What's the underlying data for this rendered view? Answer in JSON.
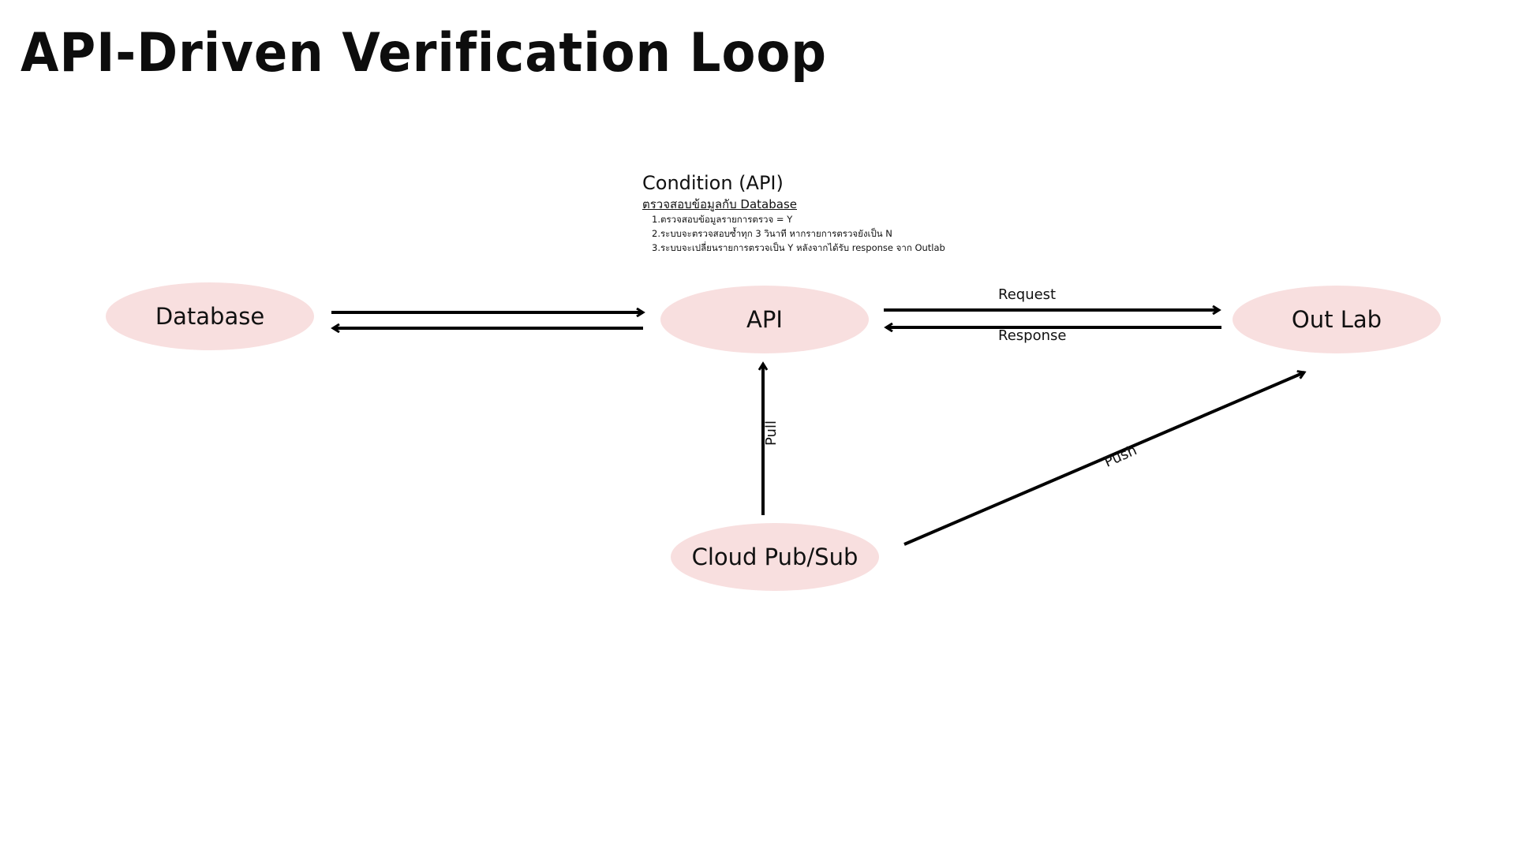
{
  "title": "API-Driven Verification Loop",
  "condition": {
    "title": "Condition (API)",
    "subtitle": "ตรวจสอบข้อมูลกับ Database",
    "items": [
      "1.ตรวจสอบข้อมูลรายการตรวจ = Y",
      "2.ระบบจะตรวจสอบซ้ำทุก 3 วินาที หากรายการตรวจยังเป็น N",
      "3.ระบบจะเปลี่ยนรายการตรวจเป็น Y หลังจากได้รับ response จาก Outlab"
    ]
  },
  "nodes": {
    "database": "Database",
    "api": "API",
    "outlab": "Out Lab",
    "pubsub": "Cloud Pub/Sub"
  },
  "edges": {
    "request": "Request",
    "response": "Response",
    "pull": "Pull",
    "push": "Push"
  },
  "colors": {
    "node_fill": "#f8dfdf",
    "arrow": "#000000",
    "text": "#111111"
  }
}
